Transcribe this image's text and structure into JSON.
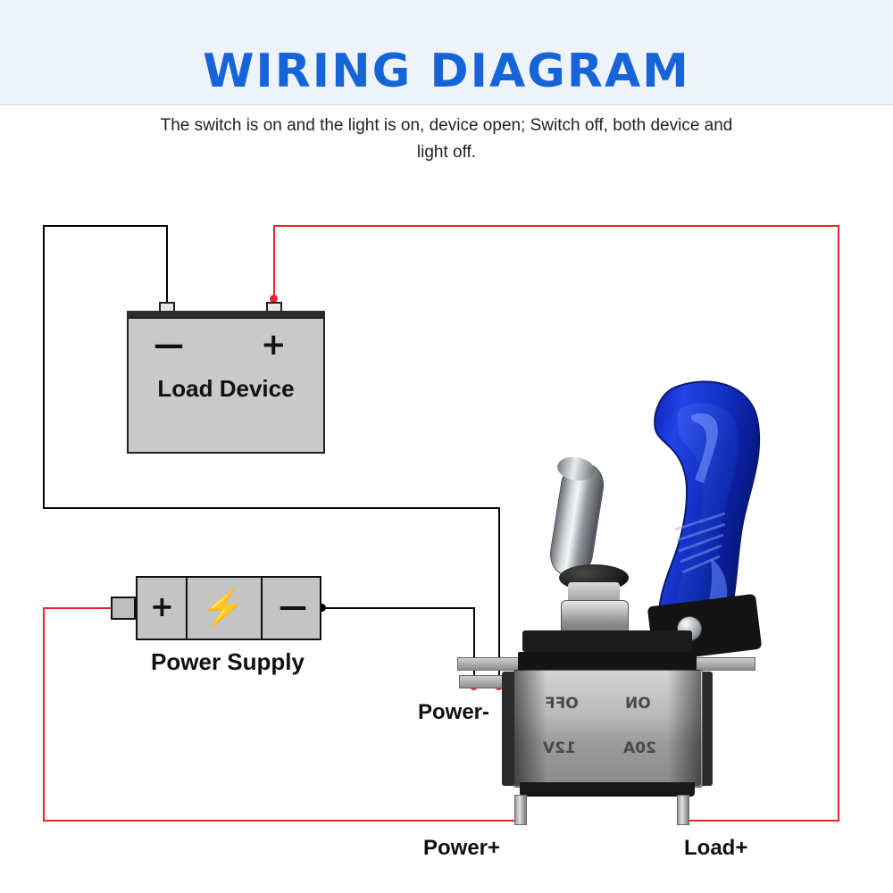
{
  "header": {
    "title": "WIRING DIAGRAM",
    "subtitle": "The switch is on and the light is on, device open; Switch off, both device and light off.",
    "band_color": "#eef2f9",
    "title_color": "#1565d8"
  },
  "diagram": {
    "load_device": {
      "label": "Load Device",
      "negative_sign": "—",
      "positive_sign": "+"
    },
    "power_supply": {
      "label": "Power Supply",
      "positive_sign": "+",
      "negative_sign": "—",
      "bolt_icon": "⚡"
    },
    "pin_labels": {
      "power_minus": "Power-",
      "power_plus": "Power+",
      "load_plus": "Load+"
    },
    "switch": {
      "markings": {
        "off": "OFF",
        "on": "ON",
        "voltage": "12V",
        "current": "20A"
      },
      "cover_color": "#1535d8",
      "wire_colors": {
        "positive": "#e8262c",
        "negative": "#000000"
      }
    }
  }
}
